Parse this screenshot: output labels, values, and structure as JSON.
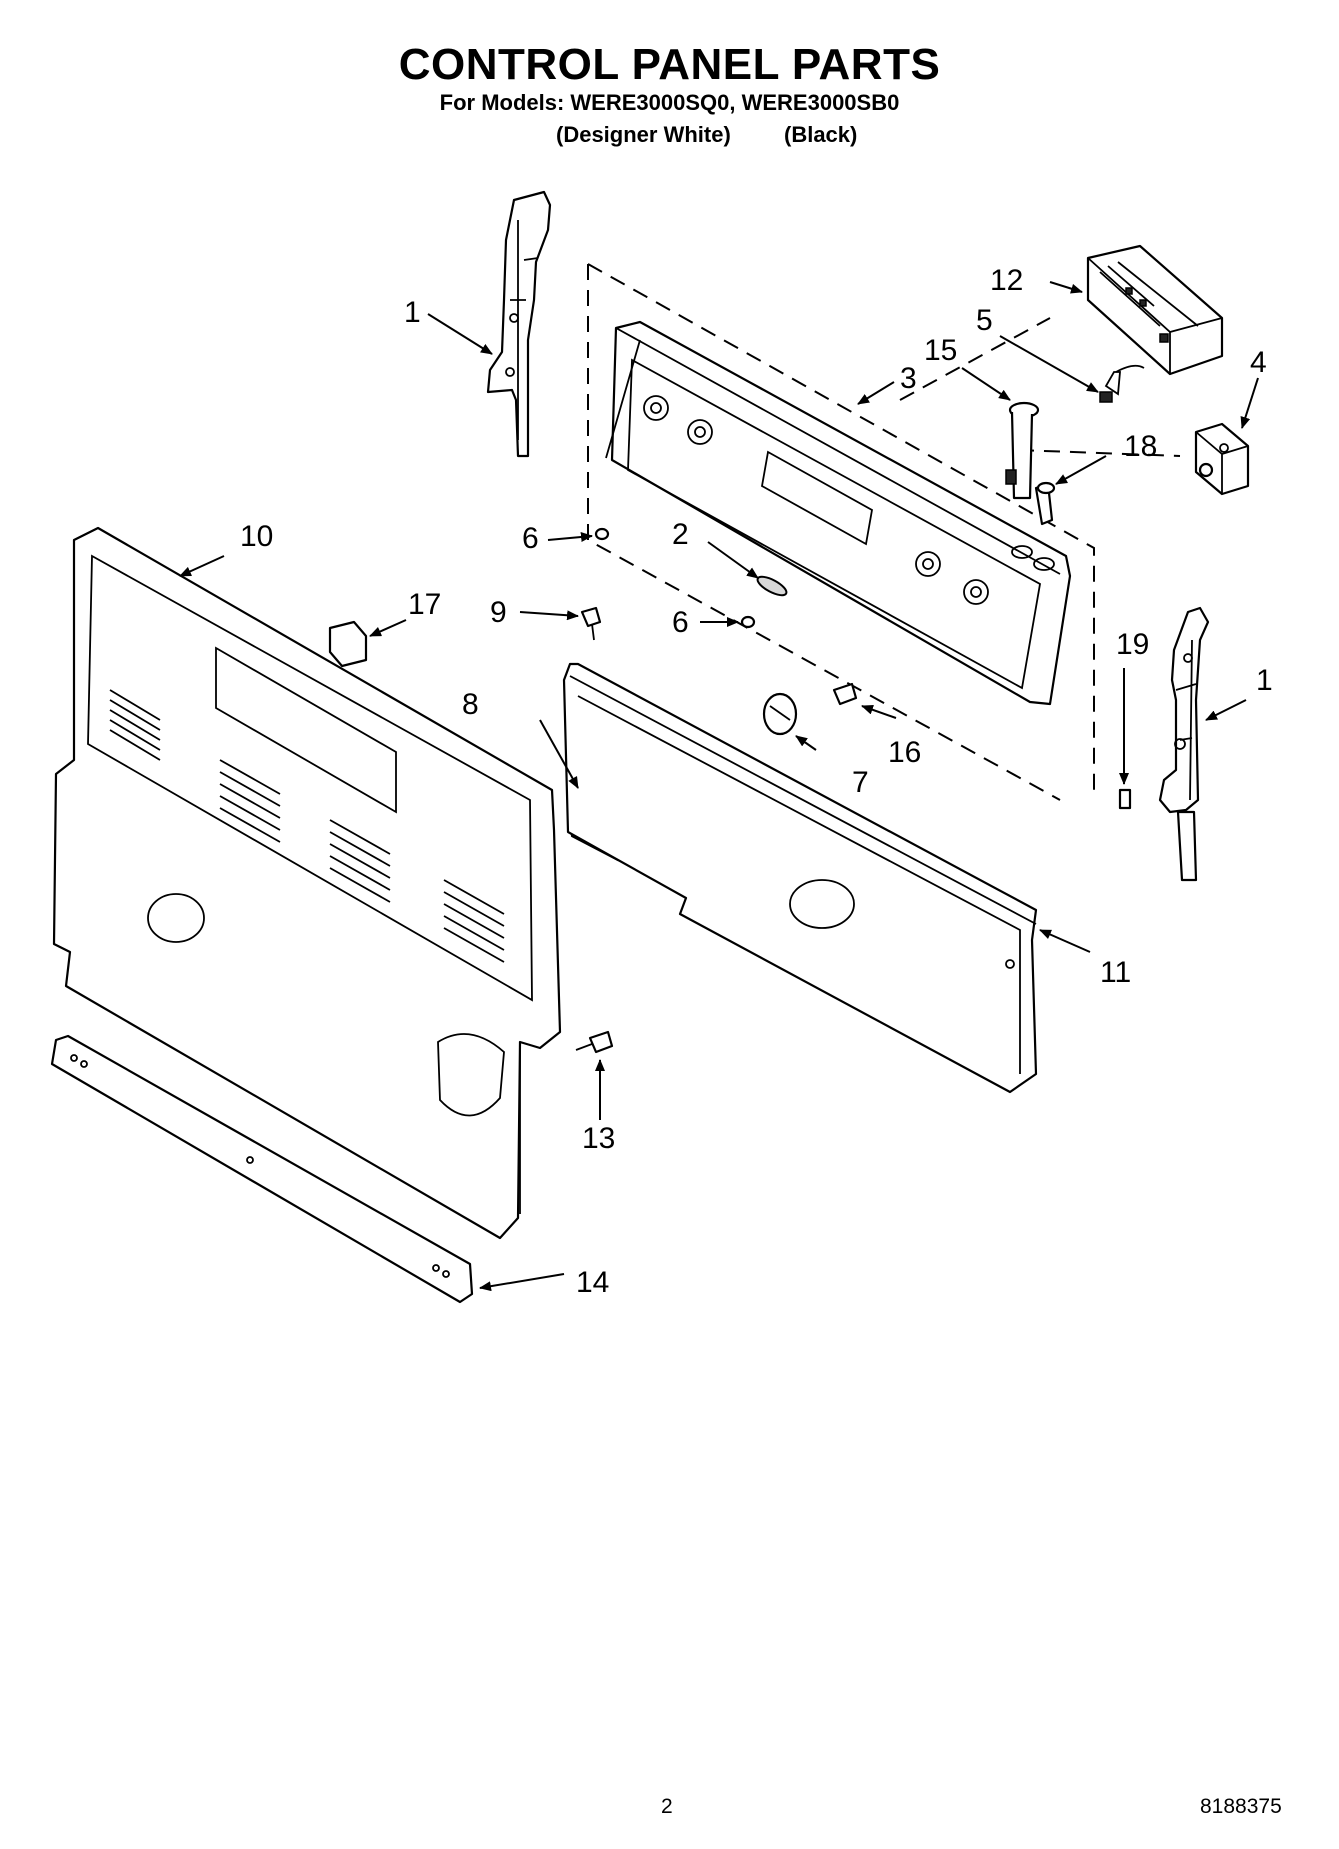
{
  "header": {
    "title": "CONTROL PANEL PARTS",
    "models": "For Models: WERE3000SQ0, WERE3000SB0",
    "variant_white": "(Designer White)",
    "variant_black": "(Black)"
  },
  "callouts": {
    "c1_left": "1",
    "c1_right": "1",
    "c2": "2",
    "c3": "3",
    "c4": "4",
    "c5": "5",
    "c6_upper": "6",
    "c6_lower": "6",
    "c7": "7",
    "c8": "8",
    "c9": "9",
    "c10": "10",
    "c11": "11",
    "c12": "12",
    "c13": "13",
    "c14": "14",
    "c15": "15",
    "c16": "16",
    "c17": "17",
    "c18": "18",
    "c19": "19"
  },
  "footer": {
    "page_number": "2",
    "doc_number": "8188375"
  }
}
